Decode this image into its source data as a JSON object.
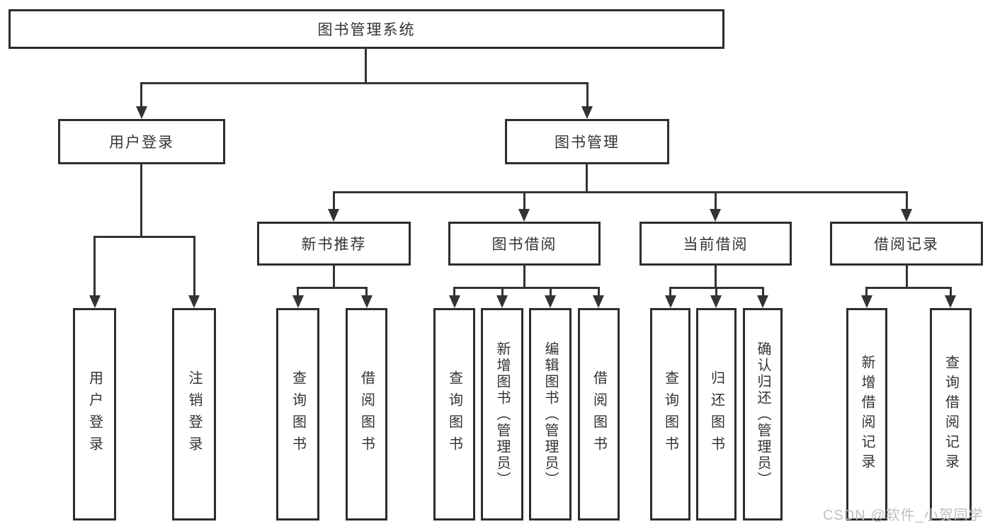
{
  "diagram_title": "图书管理系统",
  "nodes": {
    "root": "图书管理系统",
    "userLogin": "用户登录",
    "bookManagement": "图书管理",
    "newBookRecommend": "新书推荐",
    "bookBorrow": "图书借阅",
    "currentBorrow": "当前借阅",
    "borrowRecords": "借阅记录",
    "leafUserLogin": "用户登录",
    "leafLogout": "注销登录",
    "leafNbQueryBooks": "查询图书",
    "leafNbBorrowBooks": "借阅图书",
    "leafBbQueryBooks": "查询图书",
    "leafBbAddBooks": "新增图书（管理员）",
    "leafBbEditBooks": "编辑图书（管理员）",
    "leafBbBorrowBooks": "借阅图书",
    "leafCbQueryBooks": "查询图书",
    "leafCbReturnBooks": "归还图书",
    "leafCbConfirmReturn": "确认归还（管理员）",
    "leafBrAddRecord": "新增借阅记录",
    "leafBrQueryRecord": "查询借阅记录"
  },
  "hierarchy": {
    "图书管理系统": {
      "用户登录": [
        "用户登录",
        "注销登录"
      ],
      "图书管理": {
        "新书推荐": [
          "查询图书",
          "借阅图书"
        ],
        "图书借阅": [
          "查询图书",
          "新增图书（管理员）",
          "编辑图书（管理员）",
          "借阅图书"
        ],
        "当前借阅": [
          "查询图书",
          "归还图书",
          "确认归还（管理员）"
        ],
        "借阅记录": [
          "新增借阅记录",
          "查询借阅记录"
        ]
      }
    }
  },
  "watermark": "CSDN @软件_小贺同学",
  "colors": {
    "line": "#333333",
    "box_border": "#2d2d2d",
    "text": "#333333",
    "watermark_text": "#bfbfbf",
    "background": "#ffffff"
  }
}
